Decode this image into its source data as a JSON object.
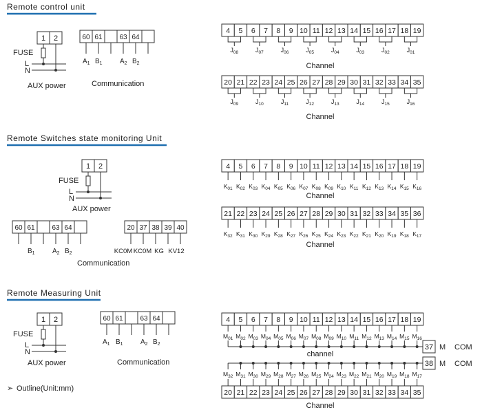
{
  "sections": {
    "control": {
      "title": "Remote control unit",
      "fuse": "FUSE",
      "L": "L",
      "N": "N",
      "aux_caption": "AUX power",
      "comm_caption": "Communication",
      "channel_caption_1": "Channel",
      "channel_caption_2": "Channel",
      "aux_terminals": [
        "1",
        "2"
      ],
      "comm_terminals": [
        "60",
        "61",
        "",
        "",
        "63",
        "64",
        ""
      ],
      "comm_labels": [
        {
          "main": "A",
          "sub": "1"
        },
        {
          "main": "B",
          "sub": "1"
        },
        {
          "main": "A",
          "sub": "2"
        },
        {
          "main": "B",
          "sub": "2"
        }
      ],
      "channel_terminals_1": [
        "4",
        "5",
        "6",
        "7",
        "8",
        "9",
        "10",
        "11",
        "12",
        "13",
        "14",
        "15",
        "16",
        "17",
        "18",
        "19"
      ],
      "channel_labels_1": [
        {
          "main": "J",
          "sub": "08"
        },
        {
          "main": "J",
          "sub": "07"
        },
        {
          "main": "J",
          "sub": "06"
        },
        {
          "main": "J",
          "sub": "05"
        },
        {
          "main": "J",
          "sub": "04"
        },
        {
          "main": "J",
          "sub": "03"
        },
        {
          "main": "J",
          "sub": "02"
        },
        {
          "main": "J",
          "sub": "01"
        }
      ],
      "channel_terminals_2": [
        "20",
        "21",
        "22",
        "23",
        "24",
        "25",
        "26",
        "27",
        "28",
        "29",
        "30",
        "31",
        "32",
        "33",
        "34",
        "35"
      ],
      "channel_labels_2": [
        {
          "main": "J",
          "sub": "09"
        },
        {
          "main": "J",
          "sub": "10"
        },
        {
          "main": "J",
          "sub": "11"
        },
        {
          "main": "J",
          "sub": "12"
        },
        {
          "main": "J",
          "sub": "13"
        },
        {
          "main": "J",
          "sub": "14"
        },
        {
          "main": "J",
          "sub": "15"
        },
        {
          "main": "J",
          "sub": "16"
        }
      ]
    },
    "switches": {
      "title": "Remote Switches state monitoring Unit",
      "fuse": "FUSE",
      "L": "L",
      "N": "N",
      "aux_caption": "AUX power",
      "comm_caption": "Communication",
      "channel_caption_1": "Channel",
      "channel_caption_2": "Channel",
      "aux_terminals": [
        "1",
        "2"
      ],
      "comm_terminals": [
        "60",
        "61",
        "",
        "63",
        "64",
        ""
      ],
      "comm_labels": [
        {
          "main": "B",
          "sub": "1"
        },
        {
          "main": "A",
          "sub": "2"
        },
        {
          "main": "B",
          "sub": "2"
        }
      ],
      "kc_terminals": [
        "20",
        "37",
        "38",
        "39",
        "40"
      ],
      "kc_labels": [
        "KC0M",
        "KC0M",
        "KG",
        "KV12"
      ],
      "channel_terminals_1": [
        "4",
        "5",
        "6",
        "7",
        "8",
        "9",
        "10",
        "11",
        "12",
        "13",
        "14",
        "15",
        "16",
        "17",
        "18",
        "19"
      ],
      "channel_labels_1": [
        {
          "main": "K",
          "sub": "01"
        },
        {
          "main": "K",
          "sub": "02"
        },
        {
          "main": "K",
          "sub": "03"
        },
        {
          "main": "K",
          "sub": "04"
        },
        {
          "main": "K",
          "sub": "05"
        },
        {
          "main": "K",
          "sub": "06"
        },
        {
          "main": "K",
          "sub": "07"
        },
        {
          "main": "K",
          "sub": "08"
        },
        {
          "main": "K",
          "sub": "09"
        },
        {
          "main": "K",
          "sub": "10"
        },
        {
          "main": "K",
          "sub": "11"
        },
        {
          "main": "K",
          "sub": "12"
        },
        {
          "main": "K",
          "sub": "13"
        },
        {
          "main": "K",
          "sub": "14"
        },
        {
          "main": "K",
          "sub": "15"
        },
        {
          "main": "K",
          "sub": "16"
        }
      ],
      "channel_terminals_2": [
        "21",
        "22",
        "23",
        "24",
        "25",
        "26",
        "27",
        "28",
        "29",
        "30",
        "31",
        "32",
        "33",
        "34",
        "35",
        "36"
      ],
      "channel_labels_2": [
        {
          "main": "K",
          "sub": "32"
        },
        {
          "main": "K",
          "sub": "31"
        },
        {
          "main": "K",
          "sub": "30"
        },
        {
          "main": "K",
          "sub": "29"
        },
        {
          "main": "K",
          "sub": "28"
        },
        {
          "main": "K",
          "sub": "27"
        },
        {
          "main": "K",
          "sub": "26"
        },
        {
          "main": "K",
          "sub": "25"
        },
        {
          "main": "K",
          "sub": "24"
        },
        {
          "main": "K",
          "sub": "23"
        },
        {
          "main": "K",
          "sub": "22"
        },
        {
          "main": "K",
          "sub": "21"
        },
        {
          "main": "K",
          "sub": "20"
        },
        {
          "main": "K",
          "sub": "19"
        },
        {
          "main": "K",
          "sub": "18"
        },
        {
          "main": "K",
          "sub": "17"
        }
      ]
    },
    "measuring": {
      "title": "Remote Measuring Unit",
      "fuse": "FUSE",
      "L": "L",
      "N": "N",
      "aux_caption": "AUX power",
      "comm_caption": "Communication",
      "channel_caption_1": "channel",
      "channel_caption_2": "Channel",
      "aux_terminals": [
        "1",
        "2"
      ],
      "comm_terminals": [
        "60",
        "61",
        "",
        "63",
        "64",
        ""
      ],
      "comm_labels": [
        {
          "main": "A",
          "sub": "1"
        },
        {
          "main": "B",
          "sub": "1"
        },
        {
          "main": "A",
          "sub": "2"
        },
        {
          "main": "B",
          "sub": "2"
        }
      ],
      "channel_terminals_1": [
        "4",
        "5",
        "6",
        "7",
        "8",
        "9",
        "10",
        "11",
        "12",
        "13",
        "14",
        "15",
        "16",
        "17",
        "18",
        "19"
      ],
      "channel_labels_1": [
        {
          "main": "M",
          "sub": "01"
        },
        {
          "main": "M",
          "sub": "02"
        },
        {
          "main": "M",
          "sub": "03"
        },
        {
          "main": "M",
          "sub": "04"
        },
        {
          "main": "M",
          "sub": "05"
        },
        {
          "main": "M",
          "sub": "06"
        },
        {
          "main": "M",
          "sub": "07"
        },
        {
          "main": "M",
          "sub": "08"
        },
        {
          "main": "M",
          "sub": "09"
        },
        {
          "main": "M",
          "sub": "10"
        },
        {
          "main": "M",
          "sub": "11"
        },
        {
          "main": "M",
          "sub": "12"
        },
        {
          "main": "M",
          "sub": "13"
        },
        {
          "main": "M",
          "sub": "14"
        },
        {
          "main": "M",
          "sub": "15"
        },
        {
          "main": "M",
          "sub": "16"
        }
      ],
      "channel_terminals_2": [
        "20",
        "21",
        "22",
        "23",
        "24",
        "25",
        "26",
        "27",
        "28",
        "29",
        "30",
        "31",
        "32",
        "33",
        "34",
        "35"
      ],
      "channel_labels_2": [
        {
          "main": "M",
          "sub": "32"
        },
        {
          "main": "M",
          "sub": "31"
        },
        {
          "main": "M",
          "sub": "30"
        },
        {
          "main": "M",
          "sub": "29"
        },
        {
          "main": "M",
          "sub": "28"
        },
        {
          "main": "M",
          "sub": "27"
        },
        {
          "main": "M",
          "sub": "26"
        },
        {
          "main": "M",
          "sub": "25"
        },
        {
          "main": "M",
          "sub": "24"
        },
        {
          "main": "M",
          "sub": "23"
        },
        {
          "main": "M",
          "sub": "22"
        },
        {
          "main": "M",
          "sub": "21"
        },
        {
          "main": "M",
          "sub": "20"
        },
        {
          "main": "M",
          "sub": "19"
        },
        {
          "main": "M",
          "sub": "18"
        },
        {
          "main": "M",
          "sub": "17"
        }
      ],
      "com_terminal_1": "37",
      "com_terminal_2": "38",
      "m_label_1": "M",
      "m_label_2": "M",
      "com_label_1": "COM",
      "com_label_2": "COM"
    }
  },
  "outline": {
    "arrow": "➢",
    "text": "Outline(Unit:mm)"
  },
  "colors": {
    "accent": "#1e6fb0",
    "line": "#333333",
    "text": "#222222"
  }
}
